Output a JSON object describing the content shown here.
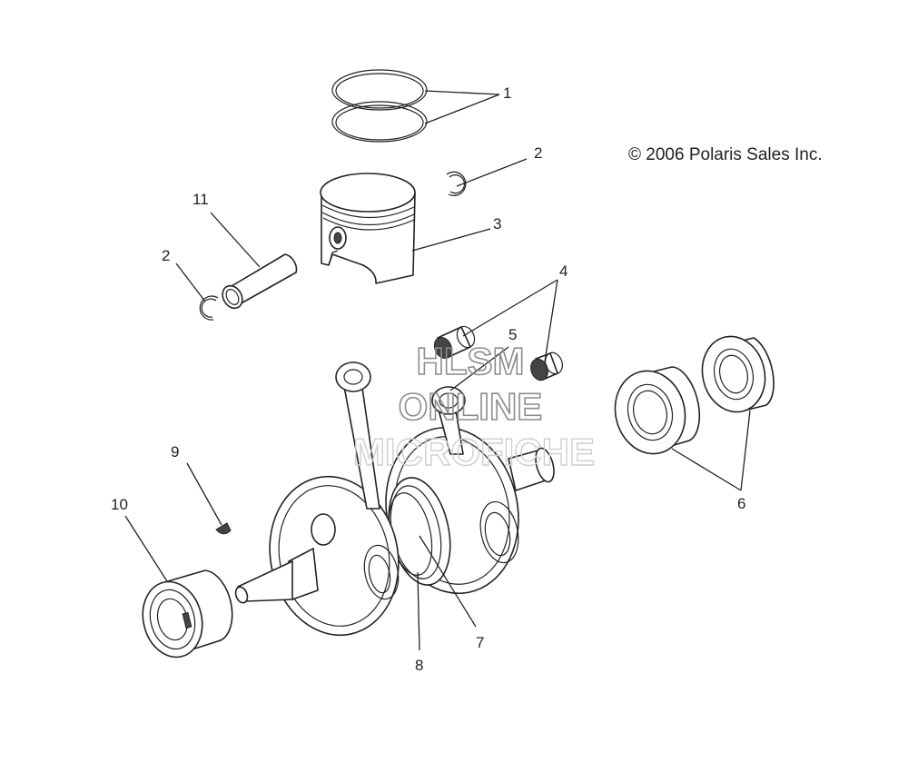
{
  "copyright": "© 2006 Polaris Sales Inc.",
  "watermark": {
    "line1": "HLSM",
    "line2": "ONLINE",
    "line3": "MICROFICHE"
  },
  "callouts": {
    "c1": "1",
    "c2a": "2",
    "c2b": "2",
    "c3": "3",
    "c4": "4",
    "c5": "5",
    "c6": "6",
    "c7": "7",
    "c8": "8",
    "c9": "9",
    "c10": "10",
    "c11": "11"
  },
  "colors": {
    "line": "#222222",
    "watermark": "#8c8c8c",
    "background": "#ffffff"
  }
}
